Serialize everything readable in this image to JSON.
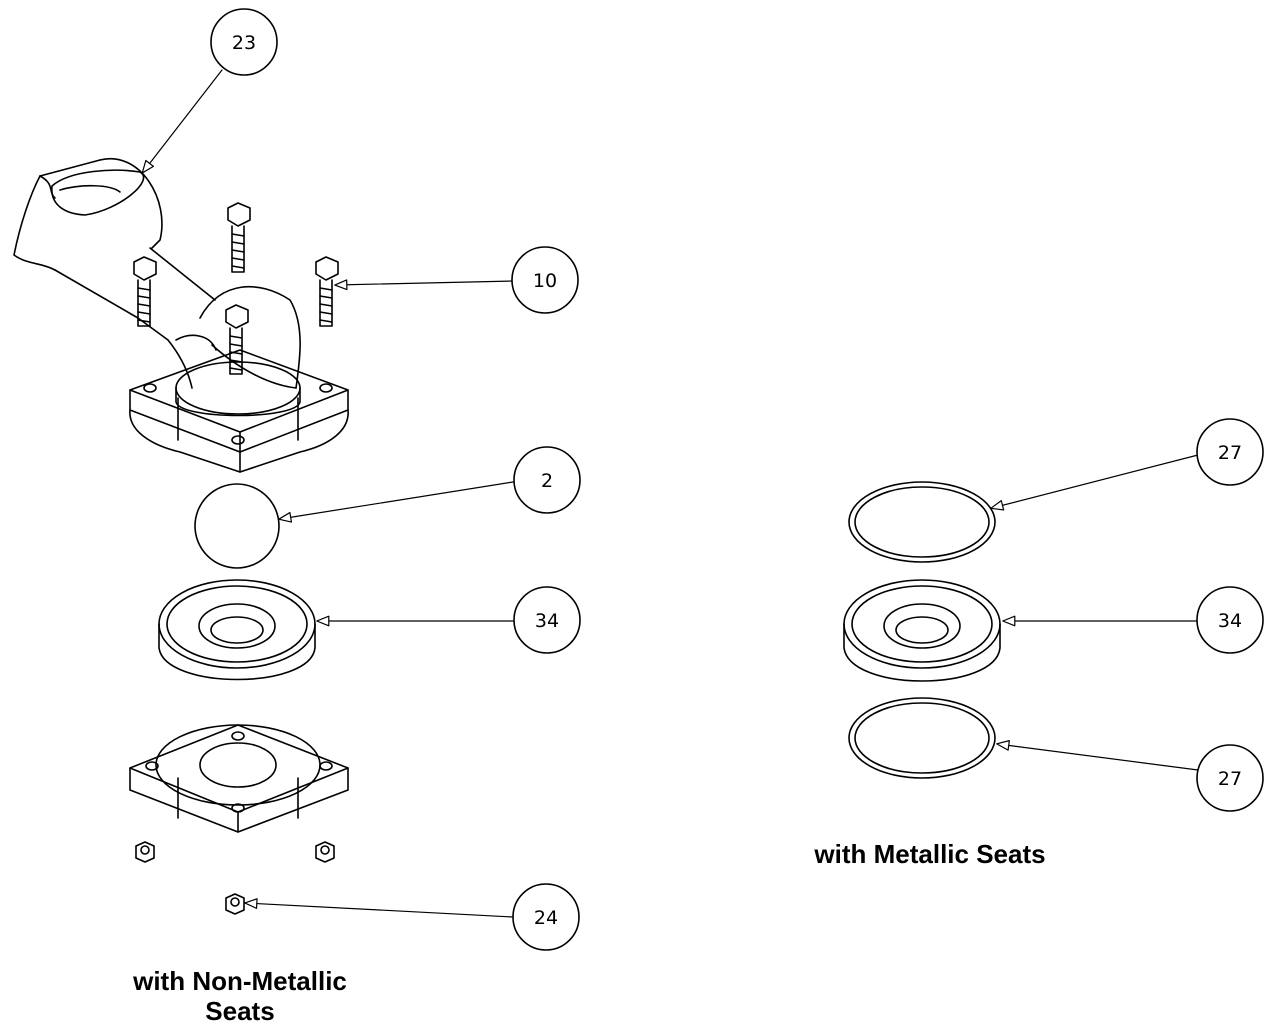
{
  "callouts": {
    "c23": "23",
    "c10": "10",
    "c2": "2",
    "c34_left": "34",
    "c24": "24",
    "c27_top": "27",
    "c34_right": "34",
    "c27_bottom": "27"
  },
  "captions": {
    "non_metallic": "with Non-Metallic Seats",
    "metallic": "with Metallic Seats"
  }
}
